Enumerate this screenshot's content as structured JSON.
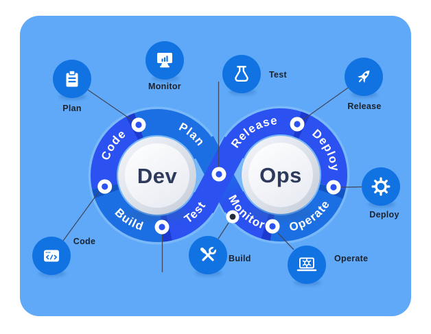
{
  "colors": {
    "page_bg": "#ffffff",
    "canvas_bg": "#5fa9f8",
    "ring_royal": "#2b51f1",
    "ring_medium": "#1c6fe2",
    "ring_royal_dark": "#1d3ad0",
    "ring_medium_dark": "#1254c4",
    "ring_halo": "#79b9f9",
    "bubble_blue": "#1173e2",
    "dot_white": "#ffffff",
    "dot_dark_center": "#232c3d",
    "connector_line": "#3f4860",
    "bubble_label_text": "#1b222e",
    "center_label_text": "#2e3a5c",
    "ring_label_text": "#ffffff"
  },
  "dev_loop": {
    "center_label": "Dev",
    "segments": {
      "plan": "Plan",
      "code": "Code",
      "build": "Build",
      "test": "Test"
    }
  },
  "ops_loop": {
    "center_label": "Ops",
    "segments": {
      "release": "Release",
      "deploy": "Deploy",
      "operate": "Operate",
      "monitor": "Monitor"
    }
  },
  "bubbles": {
    "plan": {
      "label": "Plan",
      "icon": "clipboard-icon"
    },
    "monitor": {
      "label": "Monitor",
      "icon": "monitor-chart-icon"
    },
    "test": {
      "label": "Test",
      "icon": "flask-icon"
    },
    "release": {
      "label": "Release",
      "icon": "rocket-icon"
    },
    "deploy": {
      "label": "Deploy",
      "icon": "gear-icon"
    },
    "operate": {
      "label": "Operate",
      "icon": "laptop-gear-icon"
    },
    "build": {
      "label": "Build",
      "icon": "tools-icon"
    },
    "code": {
      "label": "Code",
      "icon": "code-window-icon"
    }
  }
}
